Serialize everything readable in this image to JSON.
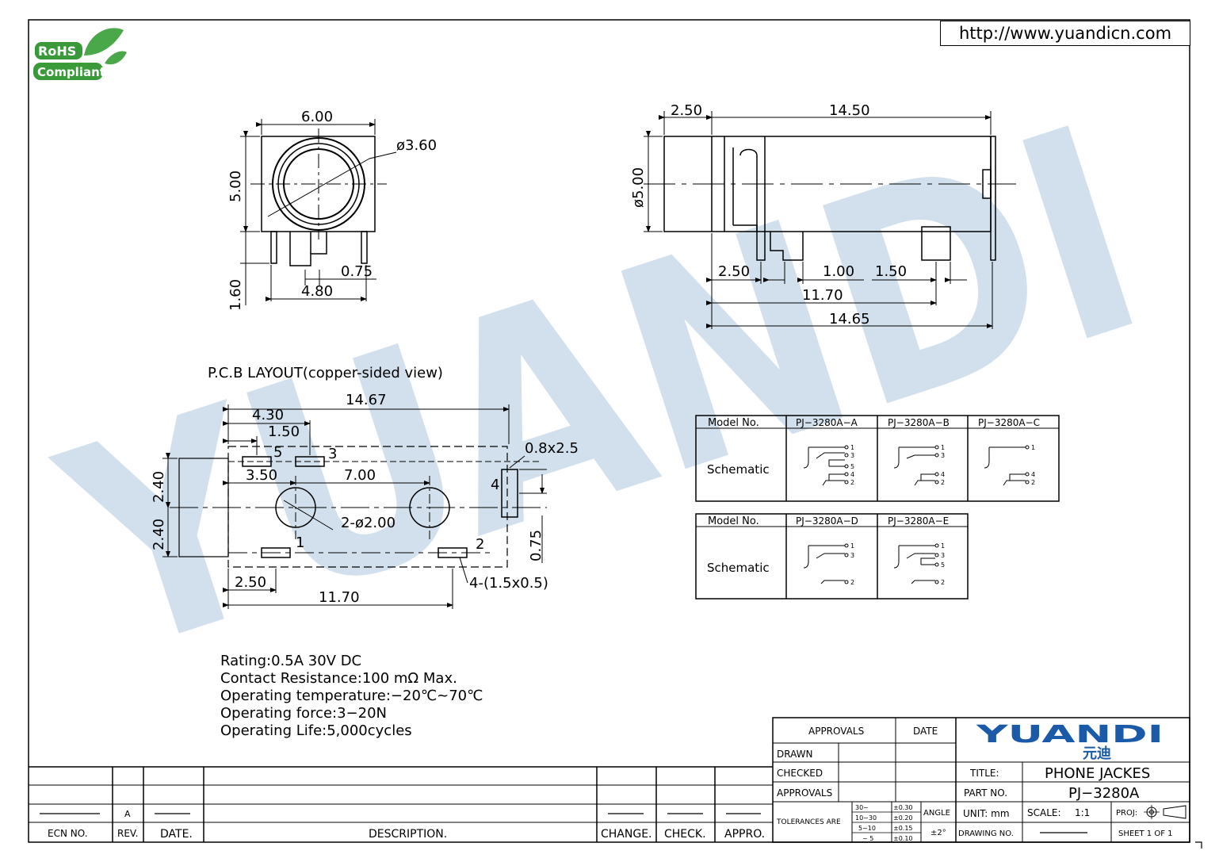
{
  "header": {
    "url": "http://www.yuandicn.com"
  },
  "logo": {
    "line1": "RoHS",
    "line2": "Compliant"
  },
  "watermark": {
    "text": "YUANDI"
  },
  "front_view": {
    "width": "6.00",
    "height": "5.00",
    "diameter": "ø3.60",
    "pin_height": "1.60",
    "pin_offset": "0.75",
    "pin_span": "4.80"
  },
  "side_view": {
    "front_len": "2.50",
    "body_len": "14.50",
    "diameter": "ø5.00",
    "d1": "2.50",
    "d2": "1.00",
    "d3": "1.50",
    "d4": "11.70",
    "d5": "14.65"
  },
  "pcb": {
    "title": "P.C.B LAYOUT(copper-sided view)",
    "total": "14.67",
    "d430": "4.30",
    "d150": "1.50",
    "d350": "3.50",
    "d700": "7.00",
    "slot": "0.8x2.5",
    "h1": "2.40",
    "h2": "2.40",
    "holes": "2-ø2.00",
    "d075": "0.75",
    "pads": "4-(1.5x0.5)",
    "d250": "2.50",
    "d1170": "11.70",
    "pin_labels": [
      "5",
      "3",
      "4",
      "1",
      "2"
    ]
  },
  "specs": [
    "Rating:0.5A  30V  DC",
    "Contact  Resistance:100  mΩ  Max.",
    "Operating  temperature:−20℃~70℃",
    "Operating  force:3−20N",
    "Operating  Life:5,000cycles"
  ],
  "models_table1": {
    "header_label": "Model  No.",
    "row_label": "Schematic",
    "models": [
      "PJ−3280A−A",
      "PJ−3280A−B",
      "PJ−3280A−C"
    ]
  },
  "models_table2": {
    "header_label": "Model  No.",
    "row_label": "Schematic",
    "models": [
      "PJ−3280A−D",
      "PJ−3280A−E"
    ]
  },
  "title_block": {
    "approvals": "APPROVALS",
    "date": "DATE",
    "drawn": "DRAWN",
    "checked": "CHECKED",
    "approvals2": "APPROVALS",
    "brand": "YUANDI",
    "brand_cn": "元迪",
    "title_label": "TITLE:",
    "title": "PHONE  JACKES",
    "part_label": "PART  NO.",
    "part": "PJ−3280A",
    "tolerances": "TOLERANCES  ARE",
    "tol_ranges": [
      "30~",
      "10~30",
      "5~10",
      "~ 5"
    ],
    "tol_values": [
      "±0.30",
      "±0.20",
      "±0.15",
      "±0.10"
    ],
    "angle_label": "ANGLE",
    "angle_value": "±2°",
    "unit": "UNIT:  mm",
    "scale_label": "SCALE:",
    "scale": "1:1",
    "proj": "PROJ:",
    "drawing_no": "DRAWING  NO.",
    "sheet": "SHEET   1  OF  1"
  },
  "revision_block": {
    "rev": "A",
    "ecn": "ECN  NO.",
    "rev_label": "REV.",
    "date": "DATE.",
    "description": "DESCRIPTION.",
    "change": "CHANGE.",
    "check": "CHECK.",
    "appro": "APPRO."
  }
}
